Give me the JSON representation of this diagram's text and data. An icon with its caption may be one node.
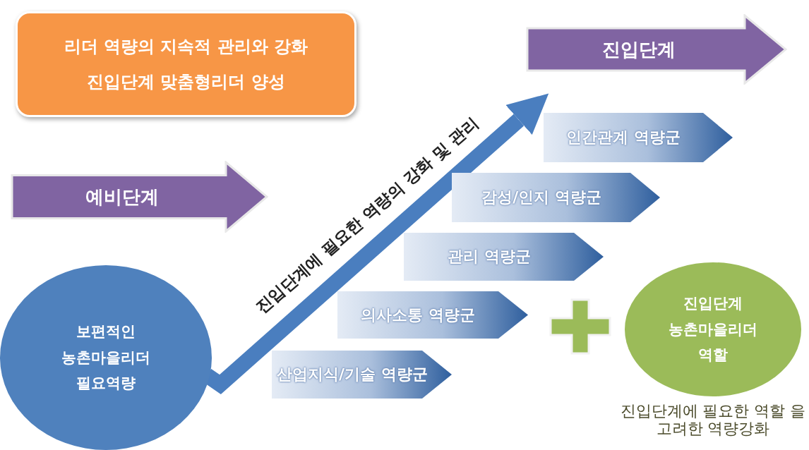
{
  "diagram": {
    "nodes": [
      {
        "text": [
          "리더 역량의 지속적 관리와 강화",
          "진입단계 맞춤형리더 양성"
        ]
      },
      {
        "text": [
          "진입단계"
        ]
      },
      {
        "text": [
          "예비단계"
        ]
      },
      {
        "text": [
          "인간관계 역량군"
        ]
      },
      {
        "text": [
          "감성/인지 역량군"
        ]
      },
      {
        "text": [
          "관리 역량군"
        ]
      },
      {
        "text": [
          "의사소통 역량군"
        ]
      },
      {
        "text": [
          "산업지식/기술 역량군"
        ]
      },
      {
        "text": [
          "보편적인 농촌마을리더 필요역량"
        ]
      },
      {
        "text": [
          "진입단계 농촌마을리더 역할"
        ],
        "beside": [
          "진입단계에 필요한 역할 을 고려한 역량강화"
        ]
      }
    ],
    "edges": [
      {
        "from": 8,
        "to": 1,
        "arrow": "to",
        "label": "진입단계에 필요한 역량의 강화 및 관리"
      }
    ]
  }
}
